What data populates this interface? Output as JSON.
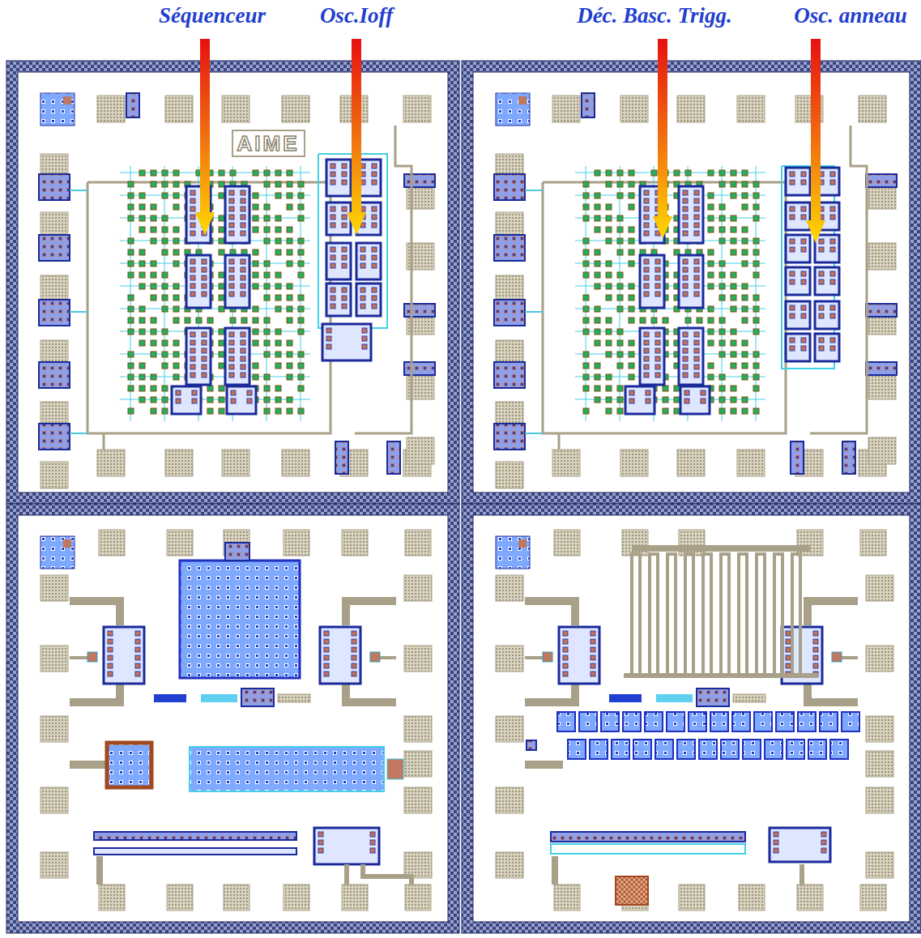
{
  "diagram": {
    "labels": [
      "Séquenceur",
      "Osc.Ioff",
      "Déc. Basc. Trigg.",
      "Osc. anneau",
      "AIME"
    ]
  }
}
